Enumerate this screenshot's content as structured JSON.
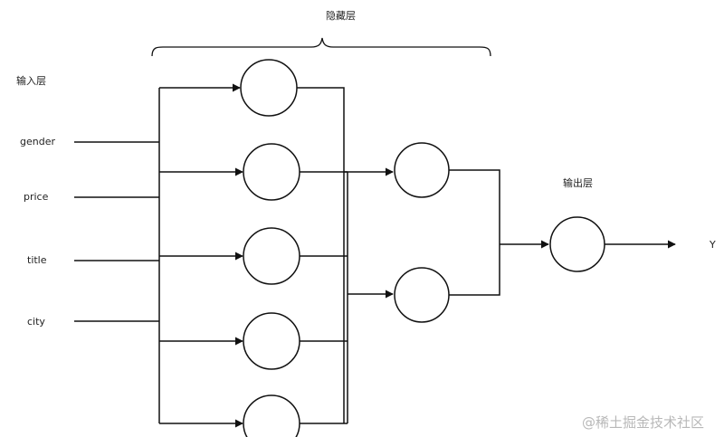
{
  "labels": {
    "hidden_layer": "隐藏层",
    "input_layer": "输入层",
    "output_layer": "输出层",
    "output_y": "Y"
  },
  "inputs": [
    "gender",
    "price",
    "title",
    "city"
  ],
  "watermark": "@稀土掘金技术社区",
  "colors": {
    "stroke": "#111111",
    "text": "#222222",
    "watermark": "#b8b8b8"
  }
}
